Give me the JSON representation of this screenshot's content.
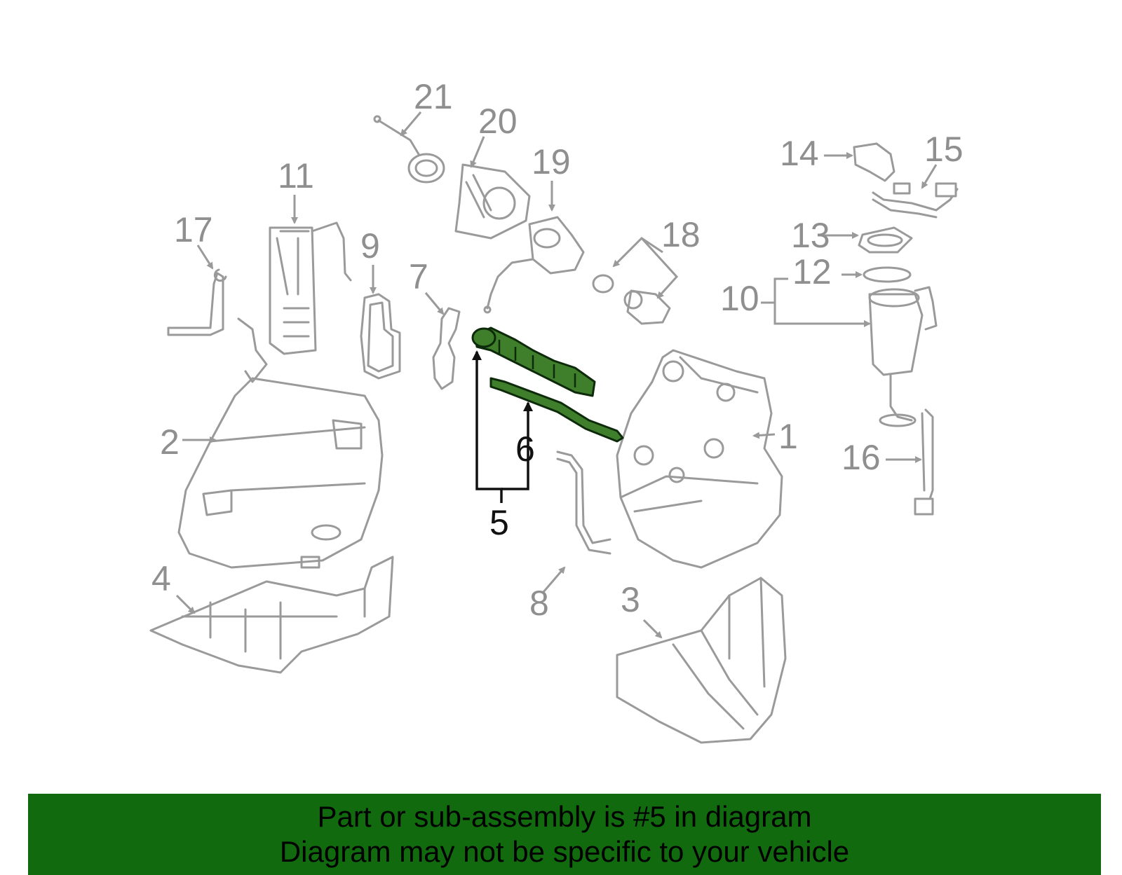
{
  "diagram": {
    "callouts": [
      "1",
      "2",
      "3",
      "4",
      "5",
      "6",
      "7",
      "8",
      "9",
      "10",
      "11",
      "12",
      "13",
      "14",
      "15",
      "16",
      "17",
      "18",
      "19",
      "20",
      "21"
    ],
    "highlight_color": "#3f7f2c",
    "part_color": "#9a9a9a"
  },
  "banner": {
    "line1": "Part or sub-assembly is #5 in diagram",
    "line2": "Diagram may not be specific to your vehicle",
    "background": "#116a0e"
  }
}
